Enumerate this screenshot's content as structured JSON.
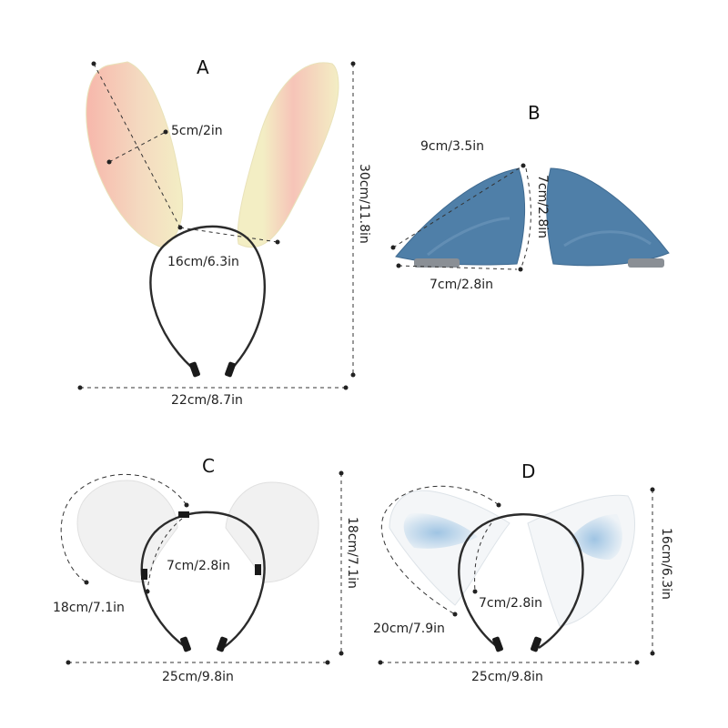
{
  "panels": {
    "a": {
      "letter": "A",
      "width_label": "5cm/2in",
      "inner_label": "16cm/6.3in",
      "height_label": "30cm/11.8in",
      "base_label": "22cm/8.7in",
      "ear_color": "#f3eec4",
      "accent_color": "#f6b9ae"
    },
    "b": {
      "letter": "B",
      "diag_label": "9cm/3.5in",
      "height_label": "7cm/2.8in",
      "base_label": "7cm/2.8in",
      "ear_color": "#4f7fa8"
    },
    "c": {
      "letter": "C",
      "ear_label": "18cm/7.1in",
      "inner_label": "7cm/2.8in",
      "height_label": "18cm/7.1in",
      "base_label": "25cm/9.8in",
      "ear_color": "#f1f1f1"
    },
    "d": {
      "letter": "D",
      "ear_label": "20cm/7.9in",
      "inner_label": "7cm/2.8in",
      "height_label": "16cm/6.3in",
      "base_label": "25cm/9.8in",
      "ear_color": "#f4f6f8",
      "accent_color": "#a9cbe6"
    }
  }
}
